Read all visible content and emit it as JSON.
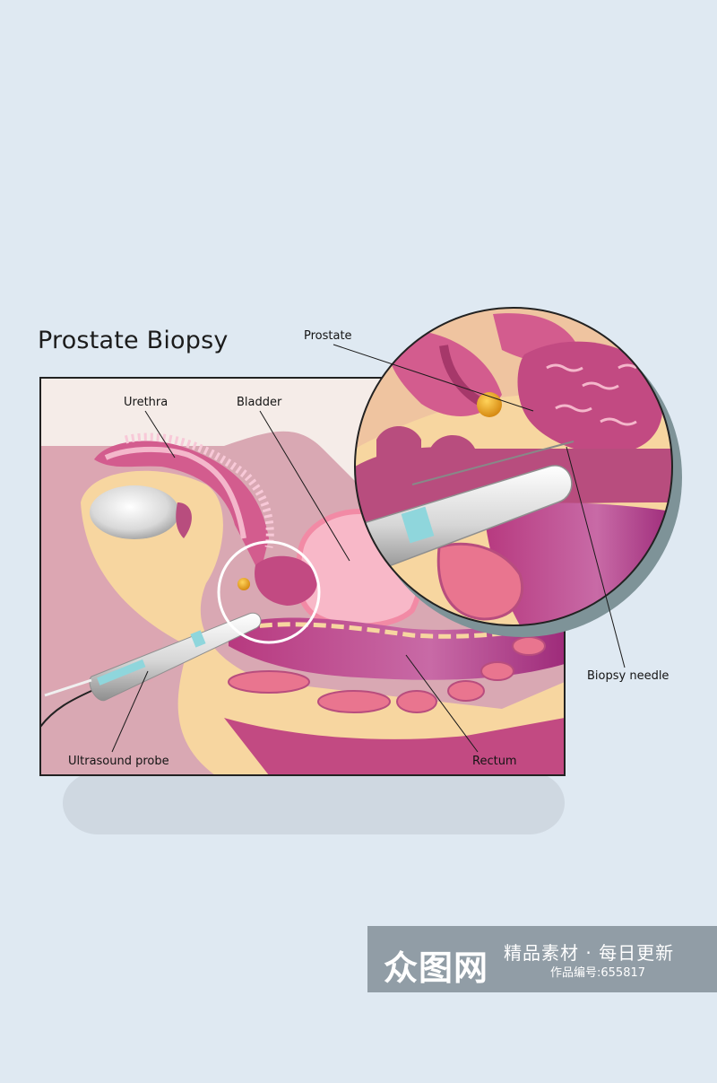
{
  "title": "Prostate Biopsy",
  "labels": {
    "urethra": "Urethra",
    "bladder": "Bladder",
    "prostate": "Prostate",
    "biopsy_needle": "Biopsy needle",
    "ultrasound_probe": "Ultrasound probe",
    "rectum": "Rectum"
  },
  "watermark": {
    "logo": "众图网",
    "text": "精品素材 · 每日更新",
    "code": "作品编号:655817"
  },
  "colors": {
    "background": "#dfe9f2",
    "panel": "#f5ece8",
    "tissue_pink": "#d35c8e",
    "tissue_light": "#f4b7cb",
    "fat_yellow": "#f7d6a0",
    "bladder": "#f8b8c8",
    "rectum_purple": "#9e2b7a",
    "prostate_nodule": "#e8a12a"
  }
}
